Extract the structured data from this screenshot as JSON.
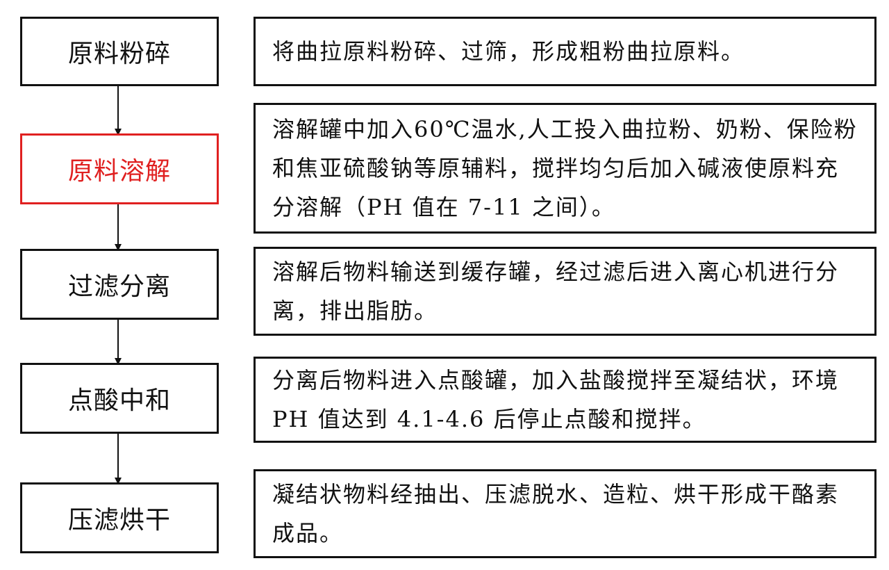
{
  "steps": [
    {
      "label": "原料粉碎",
      "color": "#111111"
    },
    {
      "label": "原料溶解",
      "color": "#e02020"
    },
    {
      "label": "过滤分离",
      "color": "#111111"
    },
    {
      "label": "点酸中和",
      "color": "#111111"
    },
    {
      "label": "压滤烘干",
      "color": "#111111"
    }
  ],
  "descriptions": [
    "将曲拉原料粉碎、过筛，形成粗粉曲拉原料。",
    "溶解罐中加入60℃温水,人工投入曲拉粉、奶粉、保险粉和焦亚硫酸钠等原辅料，搅拌均匀后加入碱液使原料充分溶解（PH 值在 7-11 之间）。",
    "溶解后物料输送到缓存罐，经过滤后进入离心机进行分离，排出脂肪。",
    "分离后物料进入点酸罐，加入盐酸搅拌至凝结状，环境 PH 值达到 4.1-4.6 后停止点酸和搅拌。",
    "凝结状物料经抽出、压滤脱水、造粒、烘干形成干酪素成品。"
  ]
}
